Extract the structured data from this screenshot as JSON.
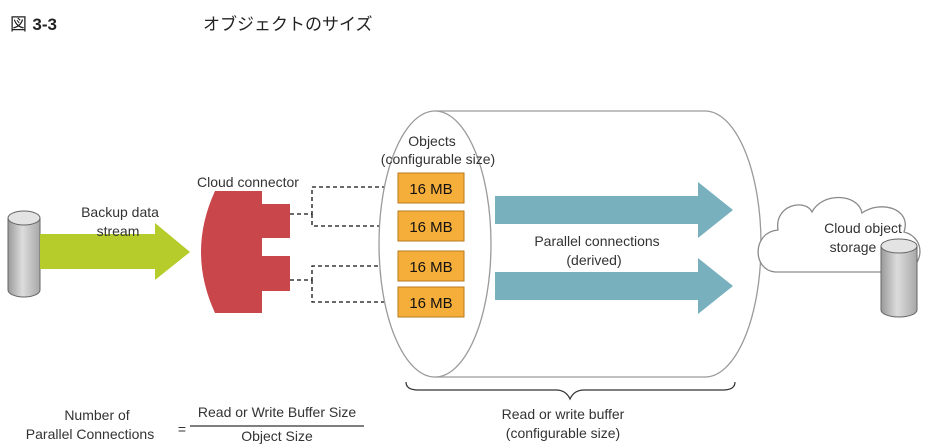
{
  "figure": {
    "number_prefix": "図 ",
    "number": "3-3",
    "title": "オブジェクトのサイズ"
  },
  "diagram": {
    "backup_stream_label_line1": "Backup data",
    "backup_stream_label_line2": "stream",
    "cloud_connector_label": "Cloud connector",
    "objects_label_line1": "Objects",
    "objects_label_line2": "(configurable size)",
    "objects": [
      "16 MB",
      "16 MB",
      "16 MB",
      "16 MB"
    ],
    "parallel_label_line1": "Parallel connections",
    "parallel_label_line2": "(derived)",
    "cloud_label_line1": "Cloud object",
    "cloud_label_line2": "storage",
    "buffer_label_line1": "Read or write buffer",
    "buffer_label_line2": "(configurable size)",
    "colors": {
      "backup_arrow": "#b5cc2a",
      "connector": "#c9464b",
      "object_fill": "#f6ae3b",
      "parallel_arrow": "#78b0bd",
      "drum_fill": "#c7c7c7"
    }
  },
  "formula": {
    "lhs_line1": "Number of",
    "lhs_line2": "Parallel Connections",
    "equals": "=",
    "numerator": "Read or Write Buffer Size",
    "denominator": "Object Size"
  }
}
